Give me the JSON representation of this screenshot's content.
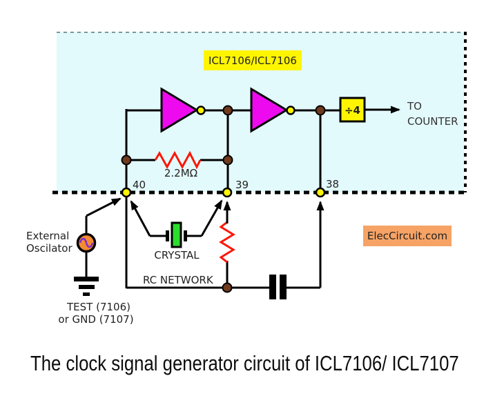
{
  "diagram": {
    "ic_label": "ICL7106/ICL7106",
    "pin_labels": {
      "p40": "40",
      "p39": "39",
      "p38": "38"
    },
    "feedback_resistor": "2.2MΩ",
    "divider": "÷4",
    "to_counter_line1": "TO",
    "to_counter_line2": "COUNTER",
    "external_osc_line1": "External",
    "external_osc_line2": "Oscilator",
    "ground_line1": "TEST (7106)",
    "ground_line2": "or GND (7107)",
    "crystal_label": "CRYSTAL",
    "rc_network_label": "RC NETWORK"
  },
  "badge": {
    "text": "ElecCircuit.com"
  },
  "caption": "The clock signal generator circuit of ICL7106/ ICL7107",
  "colors": {
    "ic_box_bg": "#E3FAFC",
    "inverter_fill": "#EE0AEE",
    "node_yellow": "#FFF500",
    "junction_brown": "#6F3A1D",
    "resistor_red": "#FF1505",
    "crystal_green": "#2BDE2B",
    "oscillator_orange": "#F68A33",
    "sine_purple": "#7C2FC8",
    "badge_bg": "#F6A365",
    "label_text": "#1C1C6E"
  }
}
